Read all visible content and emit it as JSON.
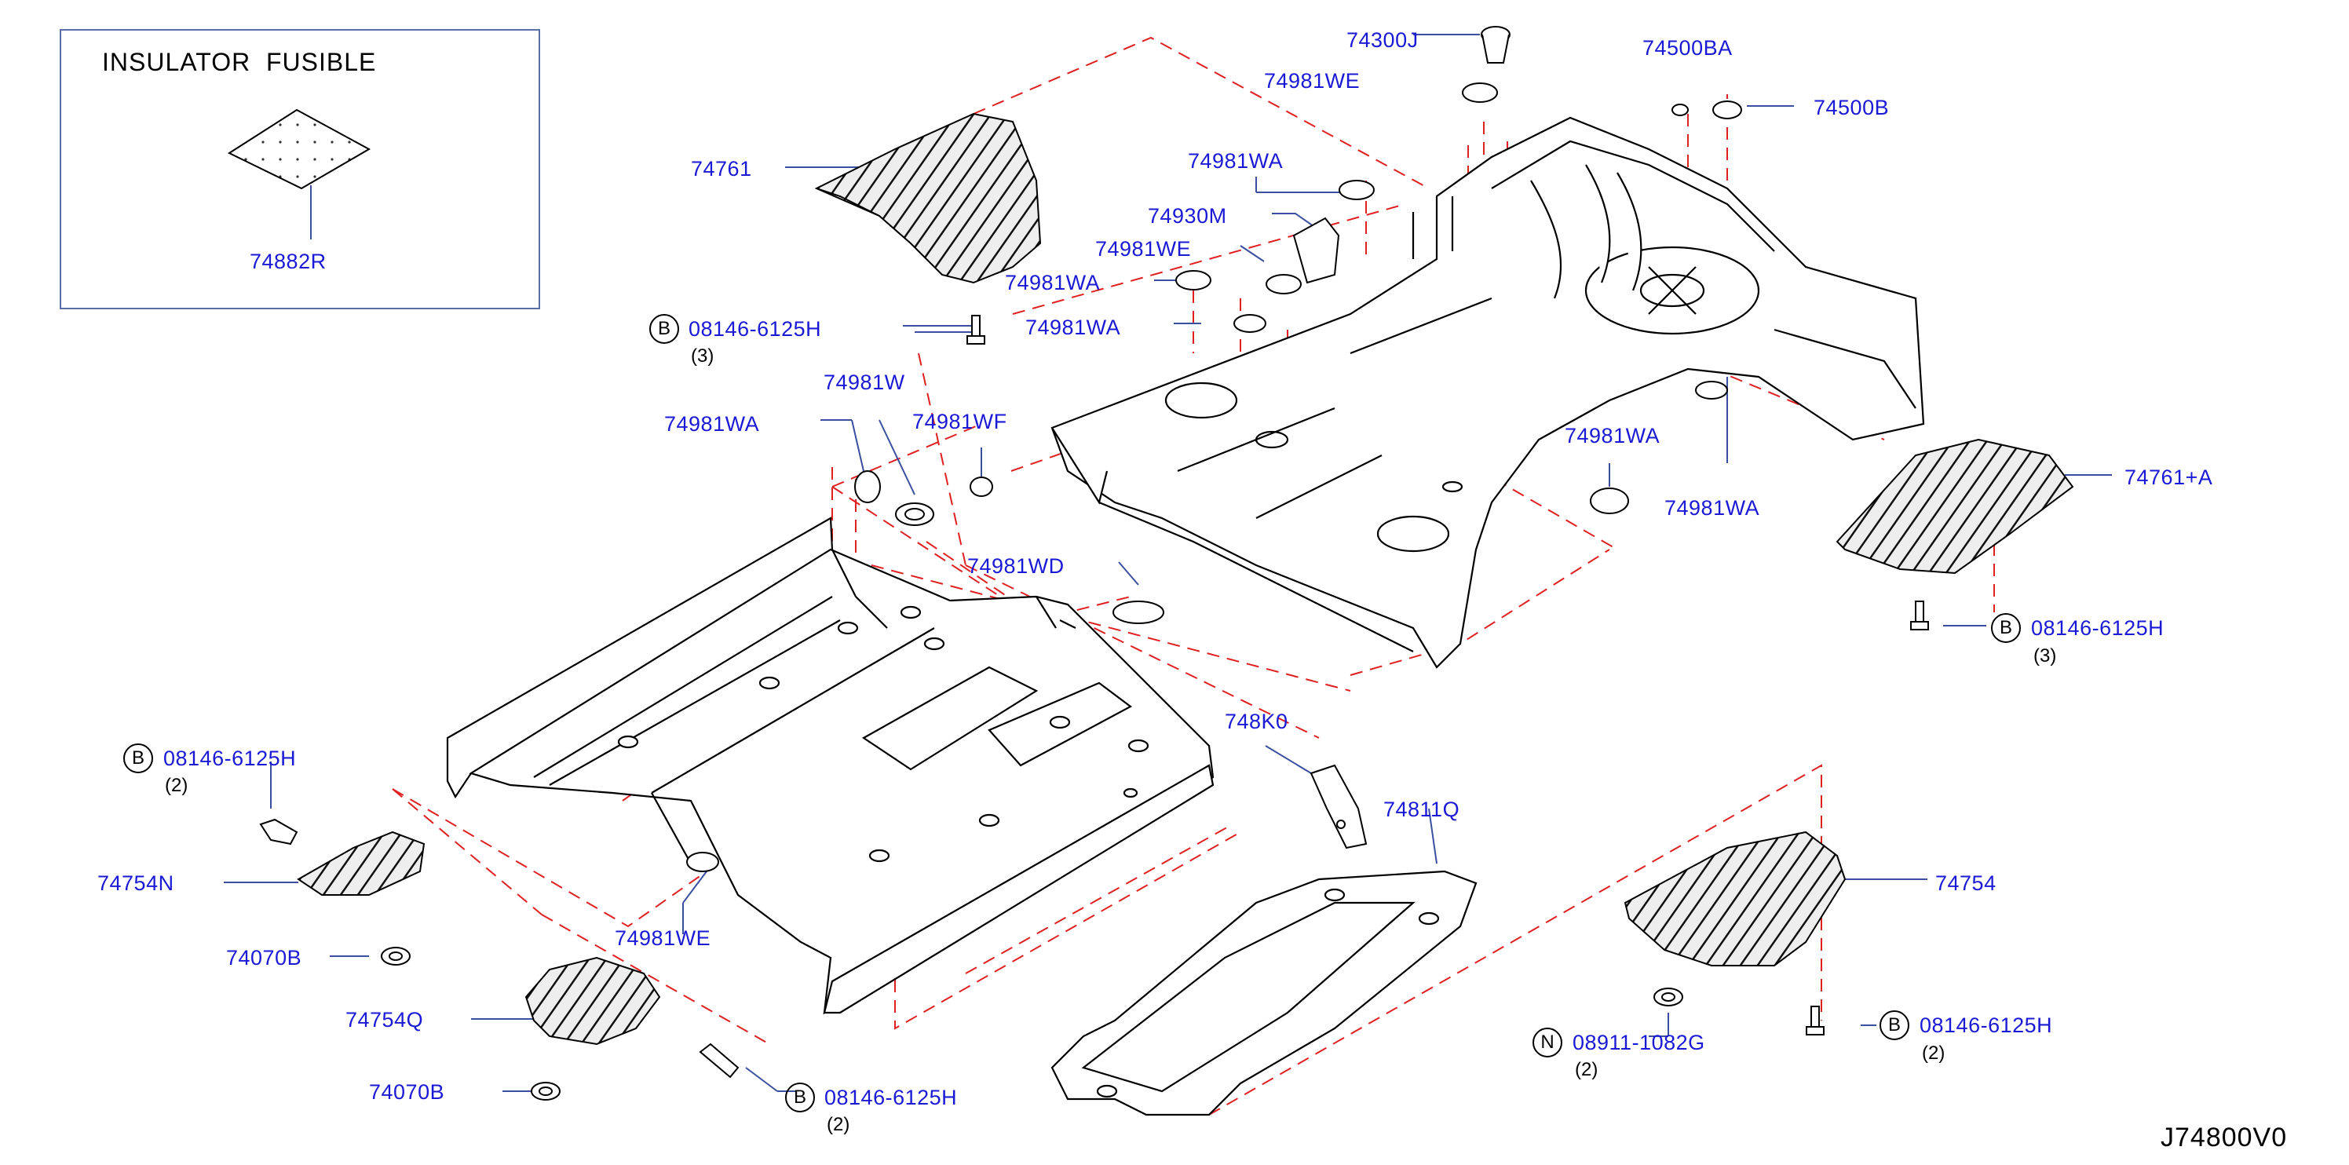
{
  "inset": {
    "title": "INSULATOR  FUSIBLE",
    "part": "74882R"
  },
  "diagram_code": "J74800V0",
  "markers": {
    "bolt": "B",
    "nut": "N"
  },
  "parts": {
    "p74300J": "74300J",
    "p74500BA": "74500BA",
    "p74500B": "74500B",
    "p74981WE_a": "74981WE",
    "p74761": "74761",
    "p74981WA_a": "74981WA",
    "p74930M": "74930M",
    "p74981WE_b": "74981WE",
    "p74981WA_b": "74981WA",
    "p74981WA_c": "74981WA",
    "p74981W": "74981W",
    "p74981WA_d": "74981WA",
    "p74981WF": "74981WF",
    "p74981WA_e": "74981WA",
    "p74981WA_f": "74981WA",
    "p74761A": "74761+A",
    "p74981WD": "74981WD",
    "p748K0": "748K0",
    "p74811Q": "74811Q",
    "p74754": "74754",
    "p74754N": "74754N",
    "p74070B_a": "74070B",
    "p74754Q": "74754Q",
    "p74070B_b": "74070B",
    "p74981WE_c": "74981WE"
  },
  "fasteners": {
    "bolt_top": {
      "part": "08146-6125H",
      "qty": "(3)"
    },
    "bolt_right": {
      "part": "08146-6125H",
      "qty": "(3)"
    },
    "bolt_left": {
      "part": "08146-6125H",
      "qty": "(2)"
    },
    "bolt_bottom_mid": {
      "part": "08146-6125H",
      "qty": "(2)"
    },
    "bolt_bottom_right": {
      "part": "08146-6125H",
      "qty": "(2)"
    },
    "nut_bottom_right": {
      "part": "08911-1082G",
      "qty": "(2)"
    }
  }
}
